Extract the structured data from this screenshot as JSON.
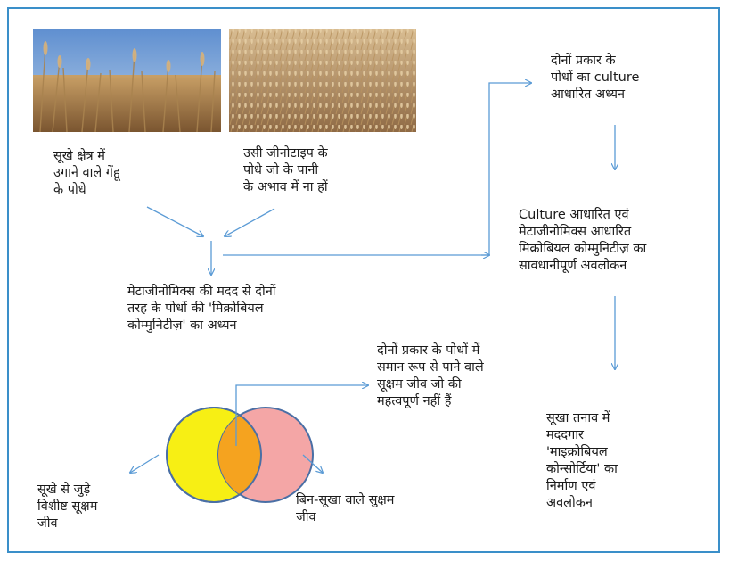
{
  "colors": {
    "frame": "#3a8fc9",
    "arrow": "#5b9bd5",
    "circle_left": "#f7ef14",
    "circle_right": "#f4a6a6",
    "overlap": "#f5a31f"
  },
  "photos": [
    "wheat-dry-field-photo",
    "wheat-field-photo"
  ],
  "labels": {
    "dry_wheat": "सूखे क्षेत्र में\nउगाने वाले गेंहू\nके पोधे",
    "same_genotype": "उसी जीनोटाइप के\nपोधे जो के पानी\nके अभाव में ना हों",
    "metagenomics_study": "मेटाजीनोमिक्स की मदद से दोनों\nतरह के पोधों की 'मिक्रोबियल\nकोम्मुनिटीज़' का अध्यन",
    "culture_study": "दोनों प्रकार के\nपोधों का culture\nआधारित अध्यन",
    "careful_observation": "Culture आधारित एवं\nमेटाजीनोमिक्स आधारित\nमिक्रोबियल कोम्मुनिटीज़ का\nसावधानीपूर्ण अवलोकन",
    "common_microbes": "दोनों प्रकार के पोधों में\nसमान रूप से पाने वाले\nसूक्षम जीव जो की\nमहत्वपूर्ण नहीं हैं",
    "consortia": "सूखा तनाव में\nमददगार\n'माइक्रोबियल\nकोन्सोर्टिया' का\nनिर्माण एवं\nअवलोकन",
    "drought_specific": "सूखे से जुड़े\nविशीष्ट सूक्षम\nजीव",
    "non_drought": "बिन-सूखा वाले सुक्षम\nजीव"
  }
}
